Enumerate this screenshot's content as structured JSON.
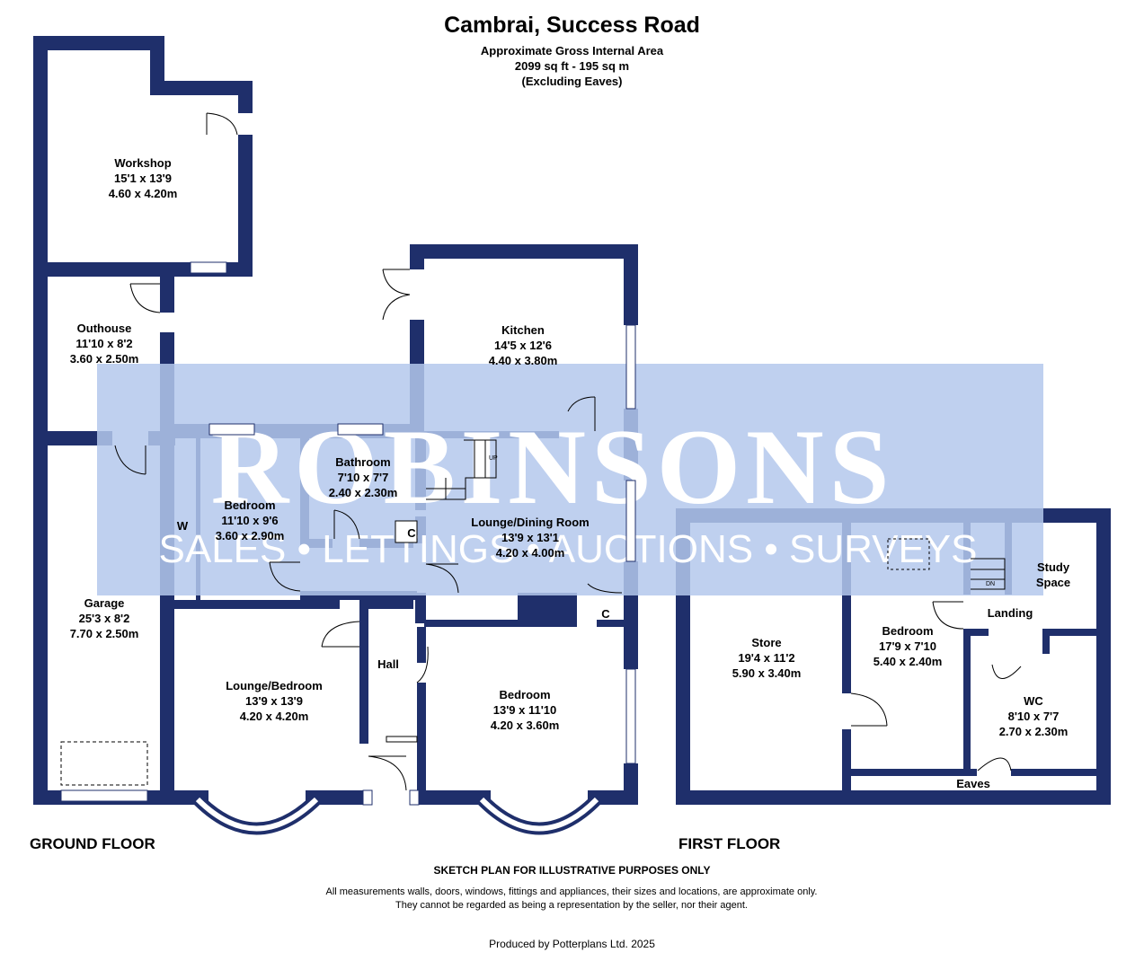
{
  "title": "Cambrai, Success Road",
  "subtitle_lines": [
    "Approximate Gross Internal Area",
    "2099 sq ft - 195 sq m",
    "(Excluding Eaves)"
  ],
  "watermark": {
    "brand": "ROBINSONS",
    "tagline": "SALES • LETTINGS • AUCTIONS • SURVEYS",
    "color": "#b4c8ec"
  },
  "colors": {
    "wall": "#1f2f6b",
    "window": "#ffffff"
  },
  "floors": {
    "ground": "GROUND FLOOR",
    "first": "FIRST FLOOR"
  },
  "rooms": {
    "workshop": {
      "name": "Workshop",
      "imperial": "15'1 x 13'9",
      "metric": "4.60 x 4.20m"
    },
    "outhouse": {
      "name": "Outhouse",
      "imperial": "11'10 x 8'2",
      "metric": "3.60 x 2.50m"
    },
    "kitchen": {
      "name": "Kitchen",
      "imperial": "14'5 x 12'6",
      "metric": "4.40 x 3.80m"
    },
    "garage": {
      "name": "Garage",
      "imperial": "25'3 x 8'2",
      "metric": "7.70 x 2.50m"
    },
    "bedroom1": {
      "name": "Bedroom",
      "imperial": "11'10 x 9'6",
      "metric": "3.60 x 2.90m"
    },
    "bathroom": {
      "name": "Bathroom",
      "imperial": "7'10 x 7'7",
      "metric": "2.40 x 2.30m"
    },
    "lounge_dining": {
      "name": "Lounge/Dining Room",
      "imperial": "13'9 x 13'1",
      "metric": "4.20 x 4.00m"
    },
    "lounge_bedroom": {
      "name": "Lounge/Bedroom",
      "imperial": "13'9 x 13'9",
      "metric": "4.20 x 4.20m"
    },
    "hall": {
      "name": "Hall"
    },
    "bedroom2": {
      "name": "Bedroom",
      "imperial": "13'9 x 11'10",
      "metric": "4.20 x 3.60m"
    },
    "store": {
      "name": "Store",
      "imperial": "19'4 x 11'2",
      "metric": "5.90 x 3.40m"
    },
    "bedroom3": {
      "name": "Bedroom",
      "imperial": "17'9 x 7'10",
      "metric": "5.40 x 2.40m"
    },
    "study": {
      "name_lines": [
        "Study",
        "Space"
      ]
    },
    "landing": {
      "name": "Landing"
    },
    "wc": {
      "name": "WC",
      "imperial": "8'10 x 7'7",
      "metric": "2.70 x 2.30m"
    },
    "eaves": {
      "name": "Eaves"
    }
  },
  "markers": {
    "wardrobe": "W",
    "cupboard": "C",
    "stairs_up": "UP",
    "stairs_down": "DN"
  },
  "notes": {
    "disclaimer_title": "SKETCH PLAN FOR ILLUSTRATIVE PURPOSES ONLY",
    "disclaimer": "All measurements walls, doors, windows, fittings and appliances, their sizes and locations, are approximate only. They cannot be regarded as being a representation by the seller, nor their agent.",
    "produced_by": "Produced by Potterplans Ltd. 2025"
  }
}
